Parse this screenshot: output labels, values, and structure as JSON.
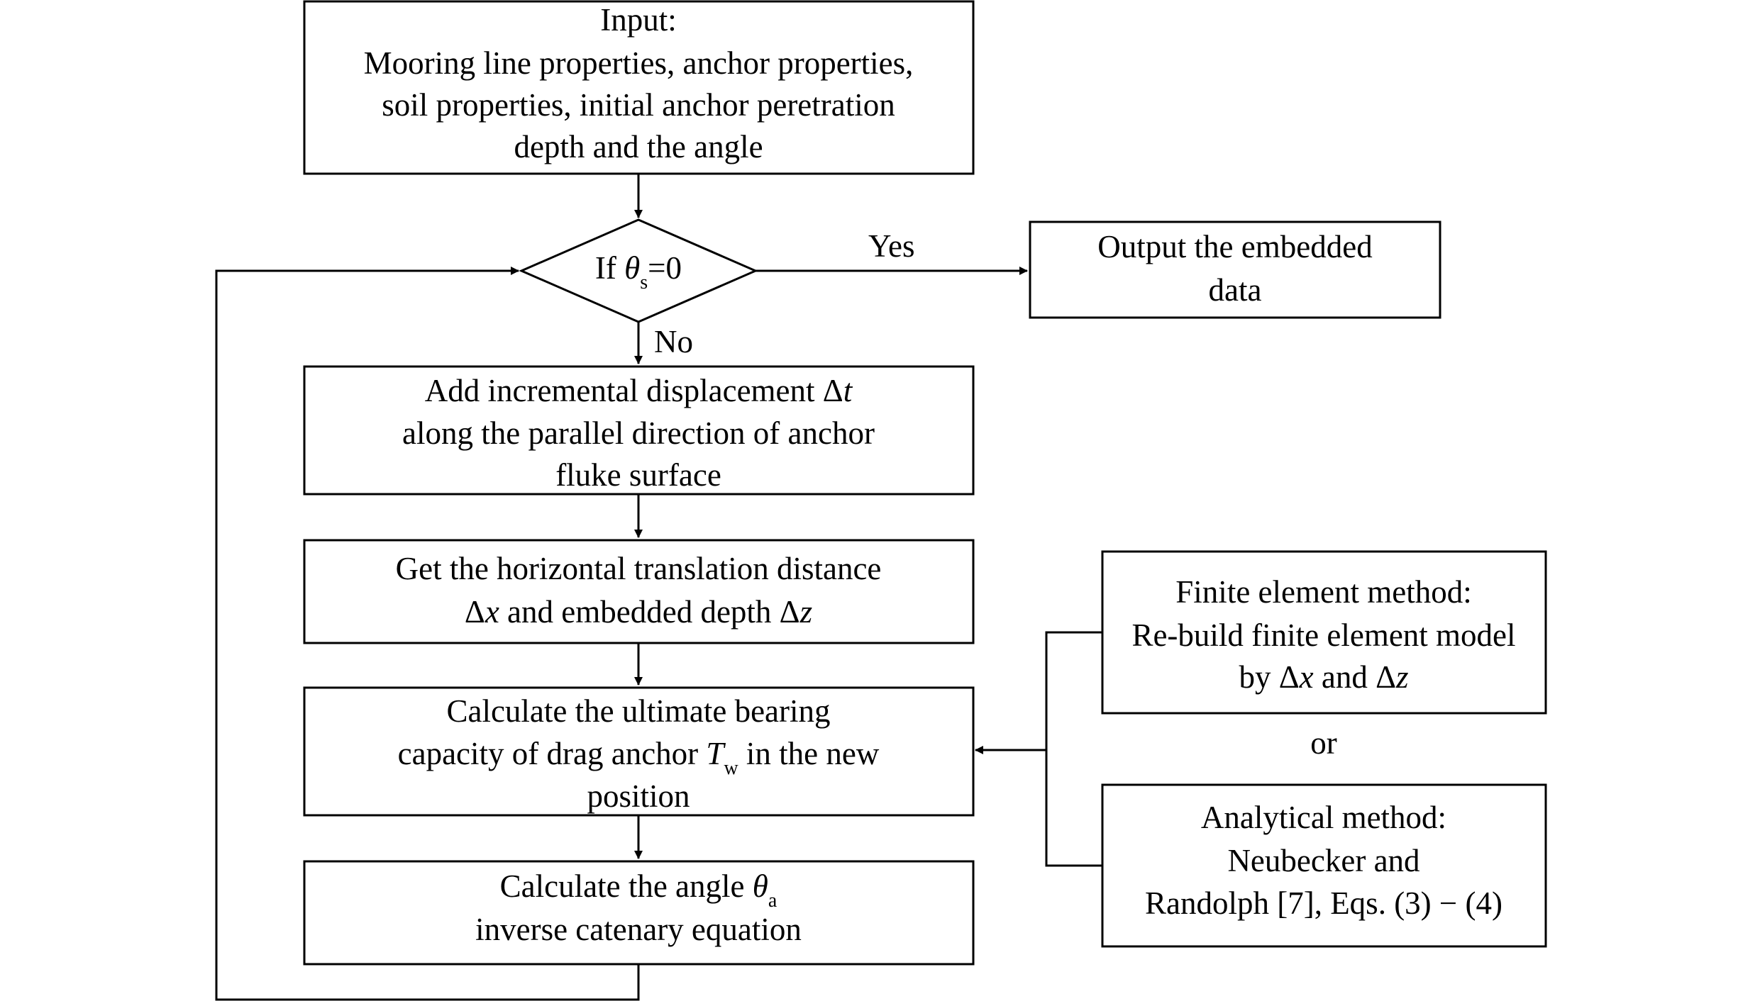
{
  "nodes": {
    "input": {
      "lines": [
        "Input:",
        "Mooring line properties, anchor properties,",
        "soil properties, initial anchor peretration",
        "depth and the angle"
      ]
    },
    "decision": {
      "prefix": "If ",
      "symbol": "θ",
      "subscript": "s",
      "suffix": "=0"
    },
    "output": {
      "lines": [
        "Output the embedded",
        "data"
      ]
    },
    "add_displacement": {
      "line1": "Add incremental displacement Δ",
      "line1_var": "t",
      "line2": "along the parallel direction of anchor",
      "line3": "fluke surface"
    },
    "get_translation": {
      "line1": "Get the horizontal translation distance",
      "line2_a": "Δ",
      "line2_var1": "x",
      "line2_b": " and embedded depth Δ",
      "line2_var2": "z"
    },
    "calc_capacity": {
      "line1": "Calculate the ultimate bearing",
      "line2_a": "capacity of drag anchor ",
      "line2_var": "T",
      "line2_sub": "w",
      "line2_b": " in the new",
      "line3": "position"
    },
    "calc_angle": {
      "line1_a": "Calculate the angle ",
      "line1_var": "θ",
      "line1_sub": "a",
      "line2": "inverse catenary equation"
    },
    "fem": {
      "line1": "Finite element method:",
      "line2": "Re-build finite element model",
      "line3_a": "by Δ",
      "line3_var1": "x",
      "line3_b": " and Δ",
      "line3_var2": "z"
    },
    "or_label": "or",
    "analytical": {
      "lines": [
        "Analytical method:",
        "Neubecker and",
        "Randolph [7], Eqs. (3) − (4)"
      ]
    }
  },
  "edge_labels": {
    "yes": "Yes",
    "no": "No"
  }
}
